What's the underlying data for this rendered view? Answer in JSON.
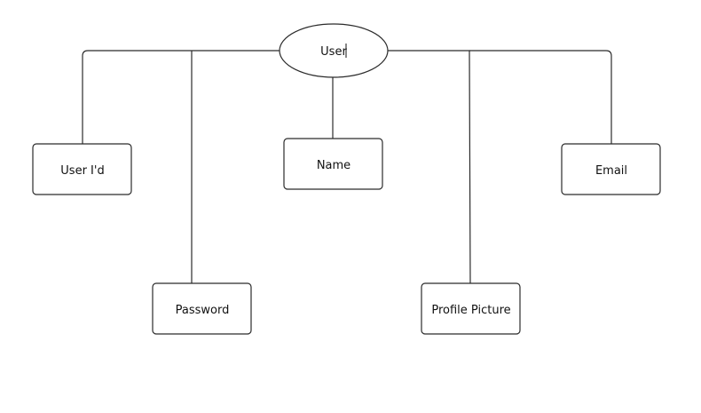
{
  "diagram": {
    "root": {
      "label": "User"
    },
    "attributes": [
      {
        "id": "user-id",
        "label": "User I'd"
      },
      {
        "id": "password",
        "label": "Password"
      },
      {
        "id": "name",
        "label": "Name"
      },
      {
        "id": "profile-picture",
        "label": "Profile Picture"
      },
      {
        "id": "email",
        "label": "Email"
      }
    ]
  },
  "colors": {
    "stroke": "#2b2b2b",
    "fill": "#ffffff",
    "text": "#111111"
  }
}
